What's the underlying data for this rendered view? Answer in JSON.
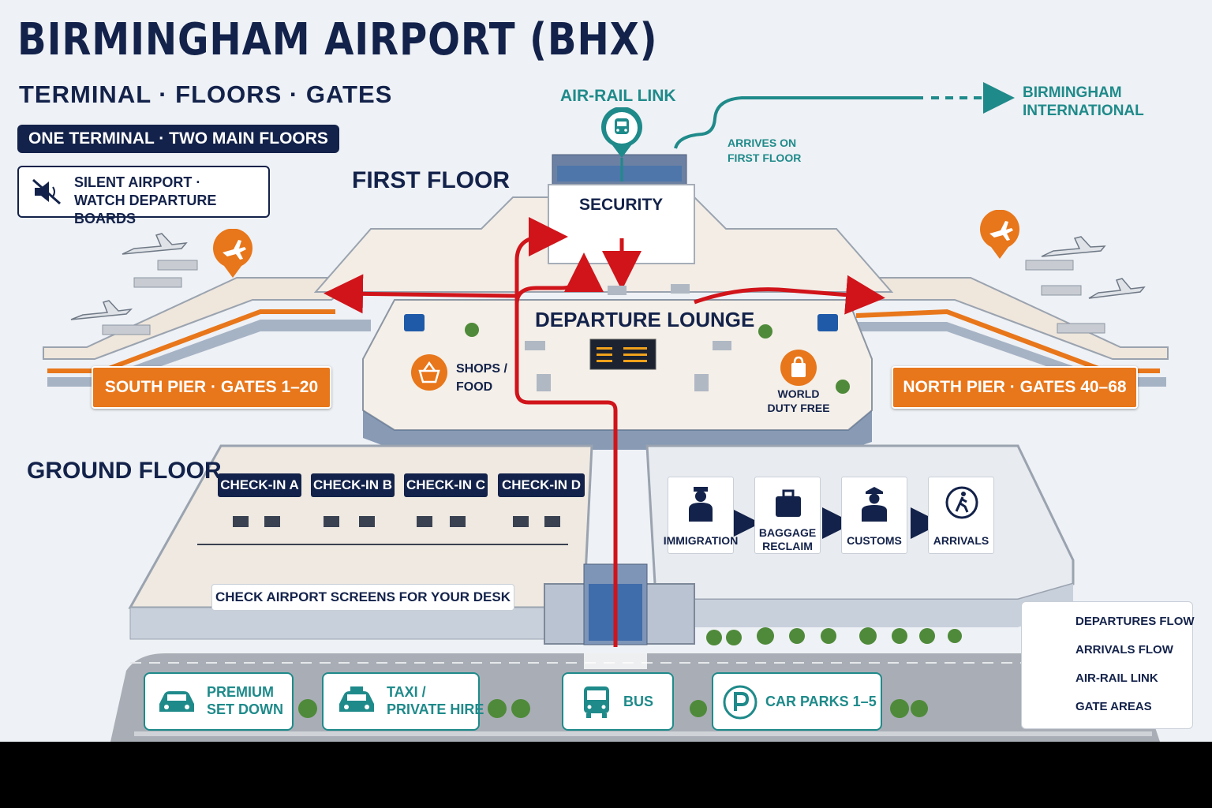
{
  "header": {
    "title": "BIRMINGHAM AIRPORT (BHX)",
    "subtitle": "TERMINAL · FLOORS · GATES",
    "pill": "ONE TERMINAL · TWO MAIN FLOORS",
    "notice_line1": "SILENT AIRPORT ·",
    "notice_line2": "WATCH DEPARTURE BOARDS"
  },
  "air_rail": {
    "label": "AIR-RAIL LINK",
    "arrives_line1": "ARRIVES ON",
    "arrives_line2": "FIRST FLOOR",
    "destination_line1": "BIRMINGHAM",
    "destination_line2": "INTERNATIONAL"
  },
  "first_floor": {
    "label": "FIRST FLOOR",
    "security": "SECURITY",
    "departure_lounge": "DEPARTURE LOUNGE",
    "shops_line1": "SHOPS /",
    "shops_line2": "FOOD",
    "duty_free_line1": "WORLD",
    "duty_free_line2": "DUTY FREE",
    "south_pier": "SOUTH PIER · GATES 1–20",
    "north_pier": "NORTH PIER · GATES 40–68"
  },
  "ground_floor": {
    "label": "GROUND FLOOR",
    "checkin_desks": [
      "CHECK-IN A",
      "CHECK-IN B",
      "CHECK-IN C",
      "CHECK-IN D"
    ],
    "screens_note": "CHECK AIRPORT SCREENS FOR YOUR DESK",
    "arrivals_steps": [
      "IMMIGRATION",
      "BAGGAGE\nRECLAIM",
      "CUSTOMS",
      "ARRIVALS"
    ]
  },
  "transport": {
    "premium_line1": "PREMIUM",
    "premium_line2": "SET DOWN",
    "taxi_line1": "TAXI /",
    "taxi_line2": "PRIVATE HIRE",
    "bus": "BUS",
    "car_parks": "CAR PARKS 1–5"
  },
  "legend": {
    "items": [
      {
        "label": "DEPARTURES FLOW",
        "color": "#d0141a"
      },
      {
        "label": "ARRIVALS FLOW",
        "color": "#13224a"
      },
      {
        "label": "AIR-RAIL LINK",
        "color": "#1f8a8a"
      },
      {
        "label": "GATE AREAS",
        "color": "#e8761a"
      }
    ]
  },
  "colors": {
    "navy": "#13224a",
    "departures_red": "#d0141a",
    "teal": "#1f8a8a",
    "orange": "#e8761a"
  },
  "icons": [
    "muted-speaker-icon",
    "train-icon",
    "plane-icon",
    "shopping-basket-icon",
    "shopping-bag-icon",
    "toilets-icon",
    "officer-icon",
    "suitcase-icon",
    "customs-officer-icon",
    "walking-person-icon",
    "car-icon",
    "taxi-icon",
    "bus-icon",
    "parking-icon"
  ]
}
